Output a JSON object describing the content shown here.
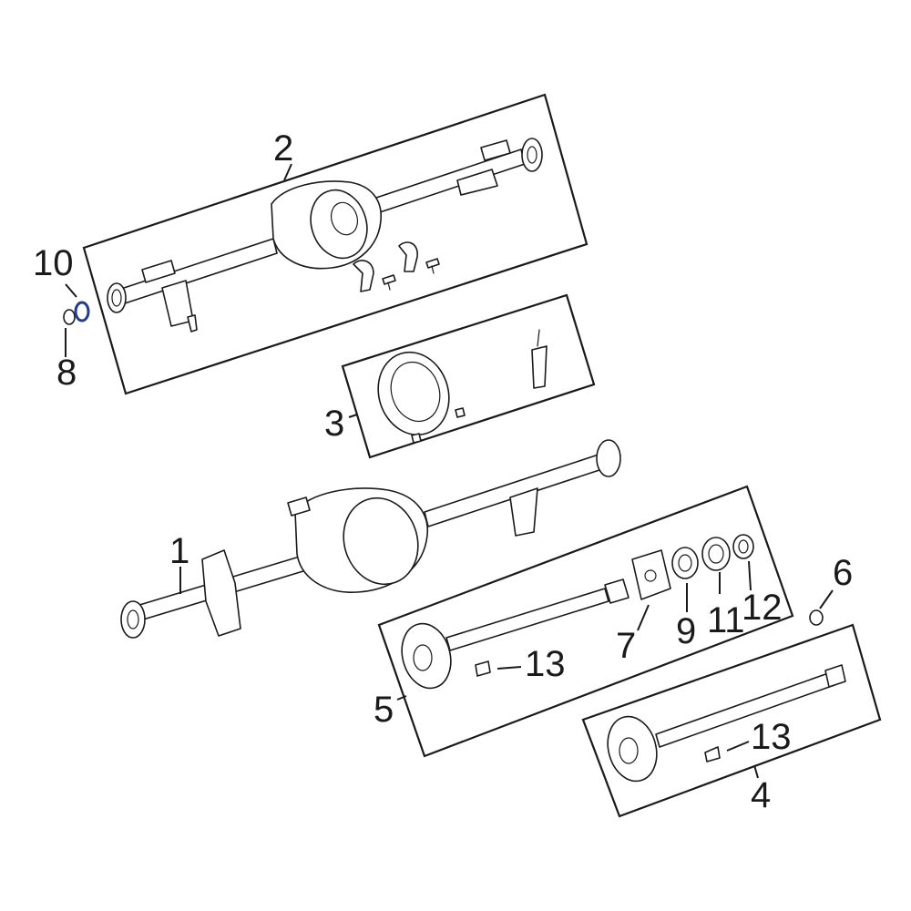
{
  "colors": {
    "line": "#1a1a1a",
    "background": "#ffffff",
    "highlight": "#1f3b8c"
  },
  "callouts": {
    "c1": "1",
    "c2": "2",
    "c3": "3",
    "c4": "4",
    "c5": "5",
    "c6": "6",
    "c7": "7",
    "c8": "8",
    "c9": "9",
    "c10": "10",
    "c11": "11",
    "c12": "12",
    "c13a": "13",
    "c13b": "13"
  },
  "highlighted_part": "10"
}
